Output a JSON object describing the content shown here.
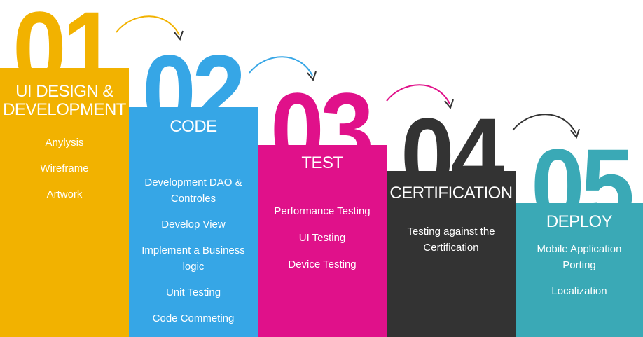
{
  "steps": [
    {
      "number": "01",
      "color": "#f2b200",
      "title_lines": [
        "UI DESIGN &",
        "DEVELOPMENT"
      ],
      "items": [
        "Anylysis",
        "Wireframe",
        "Artwork"
      ]
    },
    {
      "number": "02",
      "color": "#36a6e6",
      "title_lines": [
        "CODE"
      ],
      "items": [
        "Development DAO &\nControles",
        "Develop View",
        "Implement a Business\nlogic",
        "Unit Testing",
        "Code Commeting"
      ]
    },
    {
      "number": "03",
      "color": "#e0118a",
      "title_lines": [
        "TEST"
      ],
      "items": [
        "Performance Testing",
        "UI Testing",
        "Device Testing"
      ]
    },
    {
      "number": "04",
      "color": "#333333",
      "title_lines": [
        "CERTIFICATION"
      ],
      "items": [
        "Testing against the\nCertification"
      ]
    },
    {
      "number": "05",
      "color": "#3aa9b6",
      "title_lines": [
        "DEPLOY"
      ],
      "items": [
        "Mobile Application\nPorting",
        "Localization"
      ]
    }
  ],
  "arrows": [
    {
      "name": "arrow-1-to-2",
      "color": "#f2b200"
    },
    {
      "name": "arrow-2-to-3",
      "color": "#36a6e6"
    },
    {
      "name": "arrow-3-to-4",
      "color": "#e0118a"
    },
    {
      "name": "arrow-4-to-5",
      "color": "#333333"
    }
  ]
}
